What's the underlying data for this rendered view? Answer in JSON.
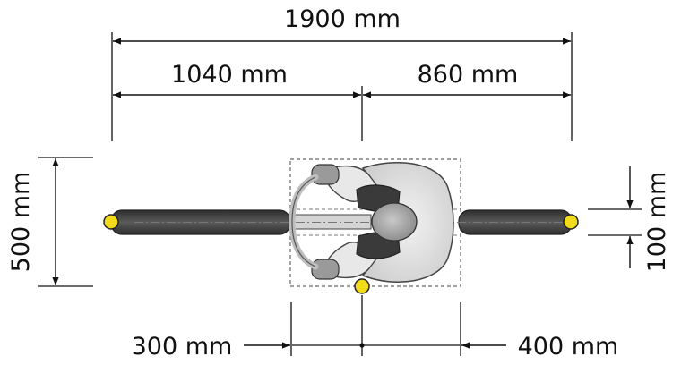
{
  "diagram": {
    "dimensions": {
      "total_length": "1900 mm",
      "front_length": "1040 mm",
      "rear_length": "860 mm",
      "width": "500 mm",
      "bar_width": "100 mm",
      "offset_left": "300 mm",
      "offset_right": "400 mm"
    },
    "colors": {
      "marker": "#f2dc1a",
      "bar": "#4a4a4a",
      "body_outline": "#555555",
      "line": "#111111"
    }
  }
}
